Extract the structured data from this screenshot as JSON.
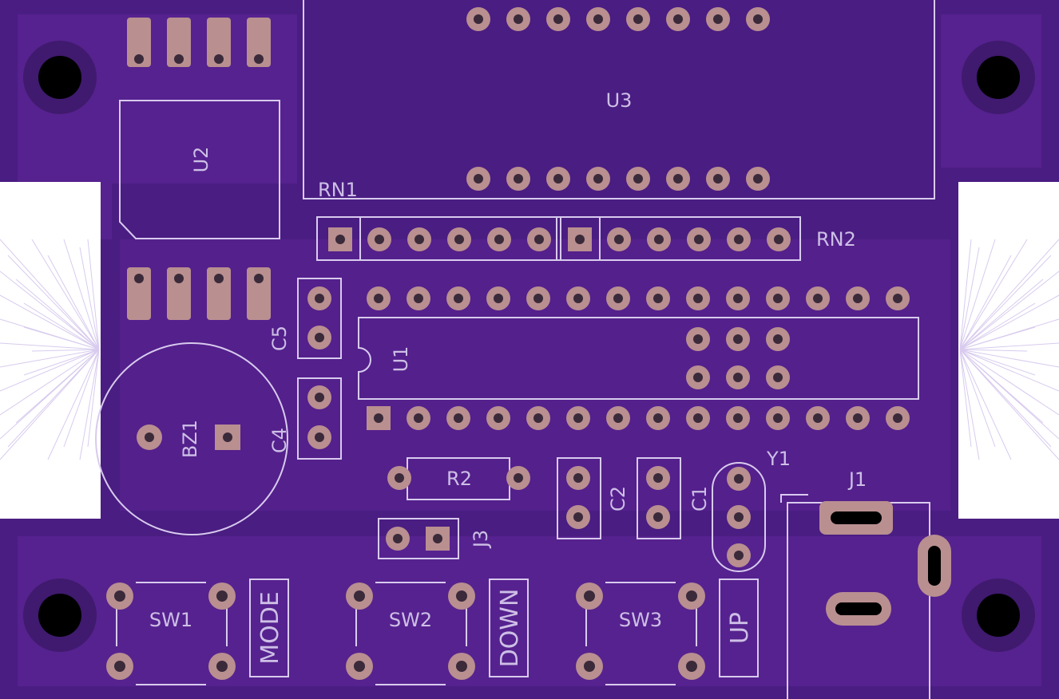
{
  "board": {
    "colors": {
      "background": "#ffffff",
      "substrate": "#4a1d82",
      "copper_pour": "#56228f",
      "clearance": "#3f1a6e",
      "pad": "#b98f90",
      "silkscreen": "#d8cbee"
    },
    "labels": {
      "u1": "U1",
      "u2": "U2",
      "u3": "U3",
      "rn1": "RN1",
      "rn2": "RN2",
      "c1": "C1",
      "c2": "C2",
      "c4": "C4",
      "c5": "C5",
      "r2": "R2",
      "j1": "J1",
      "j3": "J3",
      "y1": "Y1",
      "bz1": "BZ1",
      "sw1": "SW1",
      "sw2": "SW2",
      "sw3": "SW3"
    },
    "button_labels": {
      "mode": "MODE",
      "down": "DOWN",
      "up": "UP"
    }
  }
}
